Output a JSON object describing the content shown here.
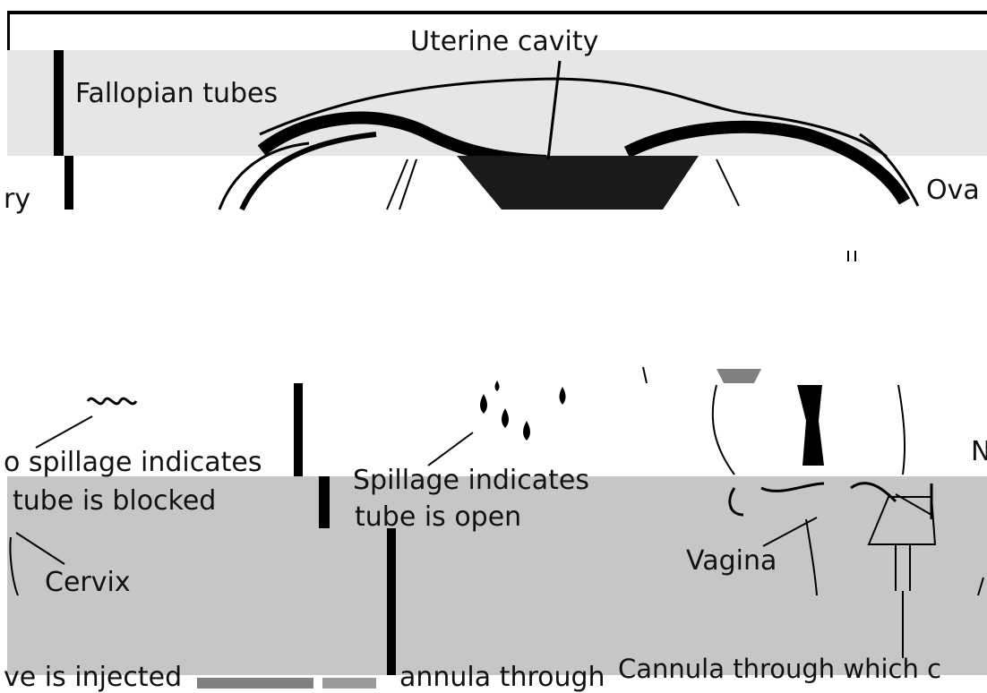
{
  "colors": {
    "background": "#ffffff",
    "band_light": "#e6e6e6",
    "band_mid": "#c6c6c6",
    "ink": "#000000",
    "fluid": "#1a1a1a"
  },
  "labels": {
    "uterine_cavity": "Uterine cavity",
    "fallopian_tubes": "Fallopian tubes",
    "ovary_left": "ry",
    "ovary_right": "Ova",
    "no_spillage_line1": "o spillage indicates",
    "no_spillage_line2": "tube is blocked",
    "spillage_line1": "Spillage indicates",
    "spillage_line2": "tube is open",
    "cervix": "Cervix",
    "vagina": "Vagina",
    "right_edge_n": "N",
    "cannula_right": "Cannula through which c",
    "bottom_left": "ve is injected",
    "bottom_middle": "annula through"
  }
}
